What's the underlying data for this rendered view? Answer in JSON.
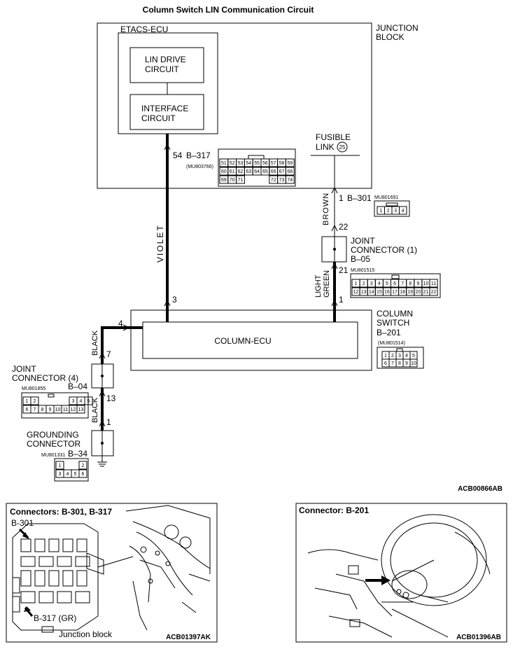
{
  "title": "Column Switch LIN Communication Circuit",
  "junction_block": {
    "line1": "JUNCTION",
    "line2": "BLOCK"
  },
  "etacs": {
    "label": "ETACS-ECU",
    "lin_drive": {
      "line1": "LIN DRIVE",
      "line2": "CIRCUIT"
    },
    "interface": {
      "line1": "INTERFACE",
      "line2": "CIRCUIT"
    }
  },
  "b317": {
    "pin_label": "54",
    "name": "B–317",
    "part_no": "(MU803766)",
    "row1": [
      "51",
      "52",
      "53",
      "54",
      "55",
      "56",
      "57",
      "58",
      "59"
    ],
    "row2": [
      "60",
      "61",
      "62",
      "63",
      "64",
      "65",
      "66",
      "67",
      "68"
    ],
    "row3": [
      "69",
      "70",
      "71",
      "72",
      "73",
      "74"
    ]
  },
  "fusible": {
    "line1": "FUSIBLE",
    "line2": "LINK",
    "num": "25"
  },
  "b301": {
    "pin_label": "1",
    "name": "B–301",
    "part_no": "MU801691",
    "pins": [
      "1",
      "2",
      "3",
      "4"
    ]
  },
  "wire_brown": "BROWN",
  "wire_violet": "VIOLET",
  "wire_light": "LIGHT",
  "wire_green": "GREEN",
  "wire_black": "BLACK",
  "jc1": {
    "line1": "JOINT",
    "line2": "CONNECTOR (1)",
    "line3": "B–05",
    "pin_top": "22",
    "pin_bottom": "21",
    "part_no": "MU801515",
    "row1": [
      "1",
      "2",
      "3",
      "4",
      "5",
      "6",
      "7",
      "8",
      "9",
      "10",
      "11"
    ],
    "row2": [
      "12",
      "13",
      "14",
      "15",
      "16",
      "17",
      "18",
      "19",
      "20",
      "21",
      "22"
    ]
  },
  "column_ecu": {
    "label": "COLUMN-ECU",
    "pin3": "3",
    "pin1": "1",
    "pin4": "4"
  },
  "column_switch": {
    "line1": "COLUMN",
    "line2": "SWITCH",
    "line3": "B–201",
    "part_no": "(MU801514)",
    "row1": [
      "1",
      "2",
      "3",
      "4",
      "5"
    ],
    "row2": [
      "6",
      "7",
      "8",
      "9",
      "10"
    ]
  },
  "jc4": {
    "line1": "JOINT",
    "line2": "CONNECTOR (4)",
    "line3": "B–04",
    "pin_top": "7",
    "pin_bottom": "13",
    "part_no": "MU801855",
    "row1": [
      "1",
      "2",
      "3",
      "4",
      "5"
    ],
    "row2": [
      "6",
      "7",
      "8",
      "9",
      "10",
      "11",
      "12",
      "13"
    ]
  },
  "gnd": {
    "line1": "GROUNDING",
    "line2": "CONNECTOR",
    "name": "B–34",
    "part_no": "MU801331",
    "pin": "1",
    "row1": [
      "1",
      "2"
    ],
    "row2": [
      "3",
      "4",
      "5",
      "6"
    ]
  },
  "diagram_code": "ACB00866AB",
  "panel_left": {
    "title": "Connectors: B-301, B-317",
    "label_b301": "B-301",
    "label_b317": "B-317 (GR)",
    "caption": "Junction block",
    "code": "ACB01397AK"
  },
  "panel_right": {
    "title": "Connector: B-201",
    "code": "ACB01396AB"
  }
}
